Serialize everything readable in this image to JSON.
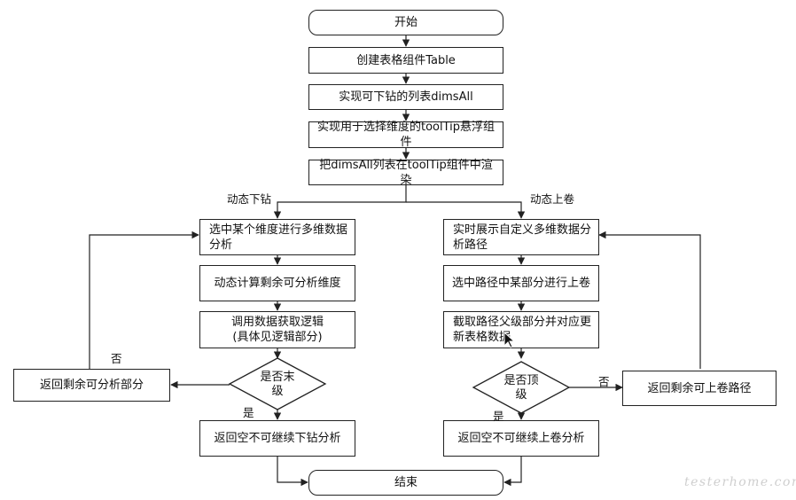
{
  "flowchart": {
    "start": "开始",
    "step1": "创建表格组件Table",
    "step2": "实现可下钻的列表dimsAll",
    "step3": "实现用于选择维度的toolTip悬浮组件",
    "step4": "把dimsAll列表在toolTip组件中渲染",
    "end": "结束"
  },
  "drill_down": {
    "branch_label": "动态下钻",
    "select": "选中某个维度进行多维数据分析",
    "compute": "动态计算剩余可分析维度",
    "fetch": "调用数据获取逻辑\n(具体见逻辑部分)",
    "decision": "是否末\n级",
    "yes_label": "是",
    "no_label": "否",
    "return_remaining": "返回剩余可分析部分",
    "return_empty": "返回空不可继续下钻分析"
  },
  "roll_up": {
    "branch_label": "动态上卷",
    "show_path": "实时展示自定义多维数据分析路径",
    "select_part": "选中路径中某部分进行上卷",
    "cut_path": "截取路径父级部分并对应更新表格数据",
    "decision": "是否顶\n级",
    "yes_label": "是",
    "no_label": "否",
    "return_remaining": "返回剩余可上卷路径",
    "return_empty": "返回空不可继续上卷分析"
  },
  "watermark": "testerhome.com"
}
